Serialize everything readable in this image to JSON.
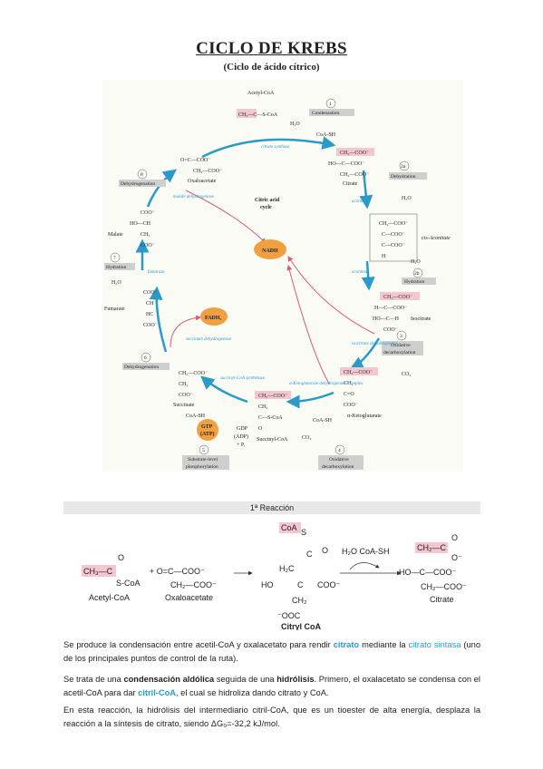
{
  "document": {
    "title": "CICLO DE KREBS",
    "subtitle": "(Ciclo de ácido cítrico)"
  },
  "diagram": {
    "center_label_1": "Citric acid",
    "center_label_2": "cycle",
    "steps": [
      {
        "number": "1",
        "label": "Condensation"
      },
      {
        "number": "2a",
        "label": "Dehydration"
      },
      {
        "number": "2b",
        "label": "Hydration"
      },
      {
        "number": "3",
        "label": "Oxidative",
        "label2": "decarboxylation"
      },
      {
        "number": "4",
        "label": "Oxidative",
        "label2": "decarboxylation"
      },
      {
        "number": "5",
        "label": "Substrate-level",
        "label2": "phosphorylation"
      },
      {
        "number": "6",
        "label": "Dehydrogenation"
      },
      {
        "number": "7",
        "label": "Hydration"
      },
      {
        "number": "8",
        "label": "Dehydrogenation"
      }
    ],
    "compounds": {
      "acetyl_coa": "Acetyl-CoA",
      "citrate": "Citrate",
      "cis_aconitate": "cis-Aconitate",
      "isocitrate": "Isocitrate",
      "ketoglutarate": "α-Ketoglutarate",
      "succinyl_coa": "Succinyl-CoA",
      "succinate": "Succinate",
      "fumarate": "Fumarate",
      "malate": "Malate",
      "oxaloacetate": "Oxaloacetate"
    },
    "enzymes": {
      "citrate_synthase": "citrate synthase",
      "aconitase_1": "aconitase",
      "aconitase_2": "aconitase",
      "isocitrate_dh": "isocitrate dehydrogenase",
      "ketoglutarate_dh": "α-Ketoglutarate dehydrogenase complex",
      "succinyl_coa_synthetase": "succinyl-CoA synthetase",
      "succinate_dh": "succinate dehydrogenase",
      "fumarase": "fumarase",
      "malate_dh": "malate dehydrogenase"
    },
    "small_molecules": {
      "h2o": "H₂O",
      "coa_sh": "CoA-SH",
      "co2": "CO₂",
      "nadh": "NADH",
      "fadh2": "FADH₂",
      "gtp": "GTP",
      "atp": "(ATP)",
      "gdp": "GDP",
      "adp": "(ADP)",
      "pi": "+ Pᵢ"
    }
  },
  "reaction": {
    "header": "1ª Reacción",
    "acetyl_coa": "Acetyl-CoA",
    "oxaloacetate": "Oxaloacetate",
    "citryl_coa": "Citryl CoA",
    "citrate": "Citrate",
    "water_coa": "H₂O  CoA-SH"
  },
  "paragraphs": {
    "p1": {
      "a": "Se produce la condensación entre acetil-CoA y oxalacetato para rendir ",
      "b": "citrato",
      "c": " mediante la ",
      "d": "citrato sintasa",
      "e": " (uno de los principales puntos de control de la ruta)."
    },
    "p2": {
      "a": "Se trata de una ",
      "b": "condensación aldólica",
      "c": " seguida de una ",
      "d": "hidrólisis",
      "e": ". Primero, el oxalacetato se condensa con el acetil-CoA para dar ",
      "f": "citril-CoA",
      "g": ", el cual se hidroliza dando citrato y CoA."
    },
    "p3": "En esta reacción, la hidrólisis del intermediario citril-CoA, que es un tioester de alta energía, desplaza la reacción a la síntesis de citrato, siendo ΔG₀=-32,2 kJ/mol."
  },
  "colors": {
    "accent_blue": "#2a9bc8",
    "highlight_pink": "#f4c6cf",
    "nadh_orange": "#f0a040",
    "step_box_gray": "#cfcfcf"
  }
}
